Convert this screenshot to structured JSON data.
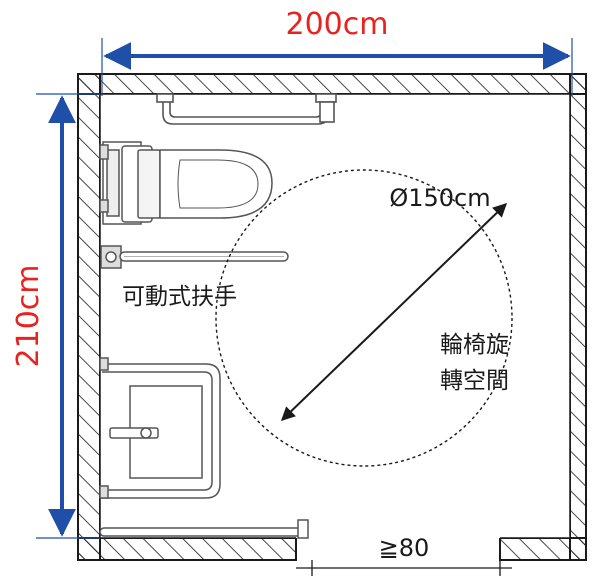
{
  "dimensions": {
    "width": "200cm",
    "height": "210cm",
    "door_width": "≧80",
    "turning_diameter": "Ø150cm"
  },
  "labels": {
    "movable_handrail": "可動式扶手",
    "wheelchair_space_line1": "輪椅旋",
    "wheelchair_space_line2": "轉空間"
  },
  "colors": {
    "dimension_line": "#1f4fa8",
    "dimension_text": "#e8231f",
    "wall_line": "#1a1a1a",
    "fixture_line": "#555555"
  }
}
